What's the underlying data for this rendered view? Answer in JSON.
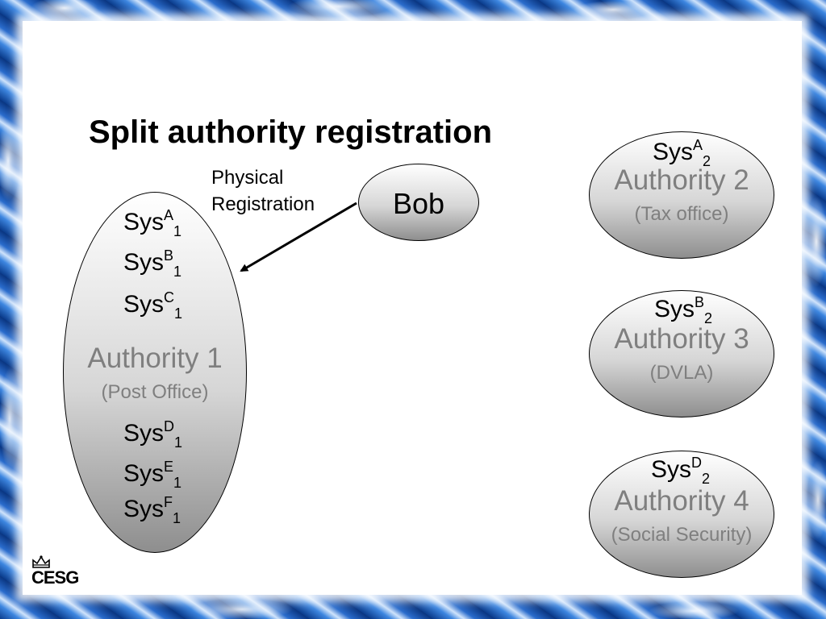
{
  "title": "Split authority registration",
  "physical_registration": {
    "line1": "Physical",
    "line2": "Registration"
  },
  "bob": {
    "label": "Bob"
  },
  "authority1": {
    "name": "Authority 1",
    "subtitle": "(Post Office)",
    "systems": [
      {
        "base": "Sys",
        "sup": "A",
        "sub": "1"
      },
      {
        "base": "Sys",
        "sup": "B",
        "sub": "1"
      },
      {
        "base": "Sys",
        "sup": "C",
        "sub": "1"
      },
      {
        "base": "Sys",
        "sup": "D",
        "sub": "1"
      },
      {
        "base": "Sys",
        "sup": "E",
        "sub": "1"
      },
      {
        "base": "Sys",
        "sup": "F",
        "sub": "1"
      }
    ]
  },
  "authority2": {
    "name": "Authority 2",
    "subtitle": "(Tax office)",
    "system": {
      "base": "Sys",
      "sup": "A",
      "sub": "2"
    }
  },
  "authority3": {
    "name": "Authority 3",
    "subtitle": "(DVLA)",
    "system": {
      "base": "Sys",
      "sup": "B",
      "sub": "2"
    }
  },
  "authority4": {
    "name": "Authority 4",
    "subtitle": "(Social Security)",
    "system": {
      "base": "Sys",
      "sup": "D",
      "sub": "2"
    }
  },
  "logo": {
    "text": "CESG",
    "icon": "crown-icon"
  }
}
